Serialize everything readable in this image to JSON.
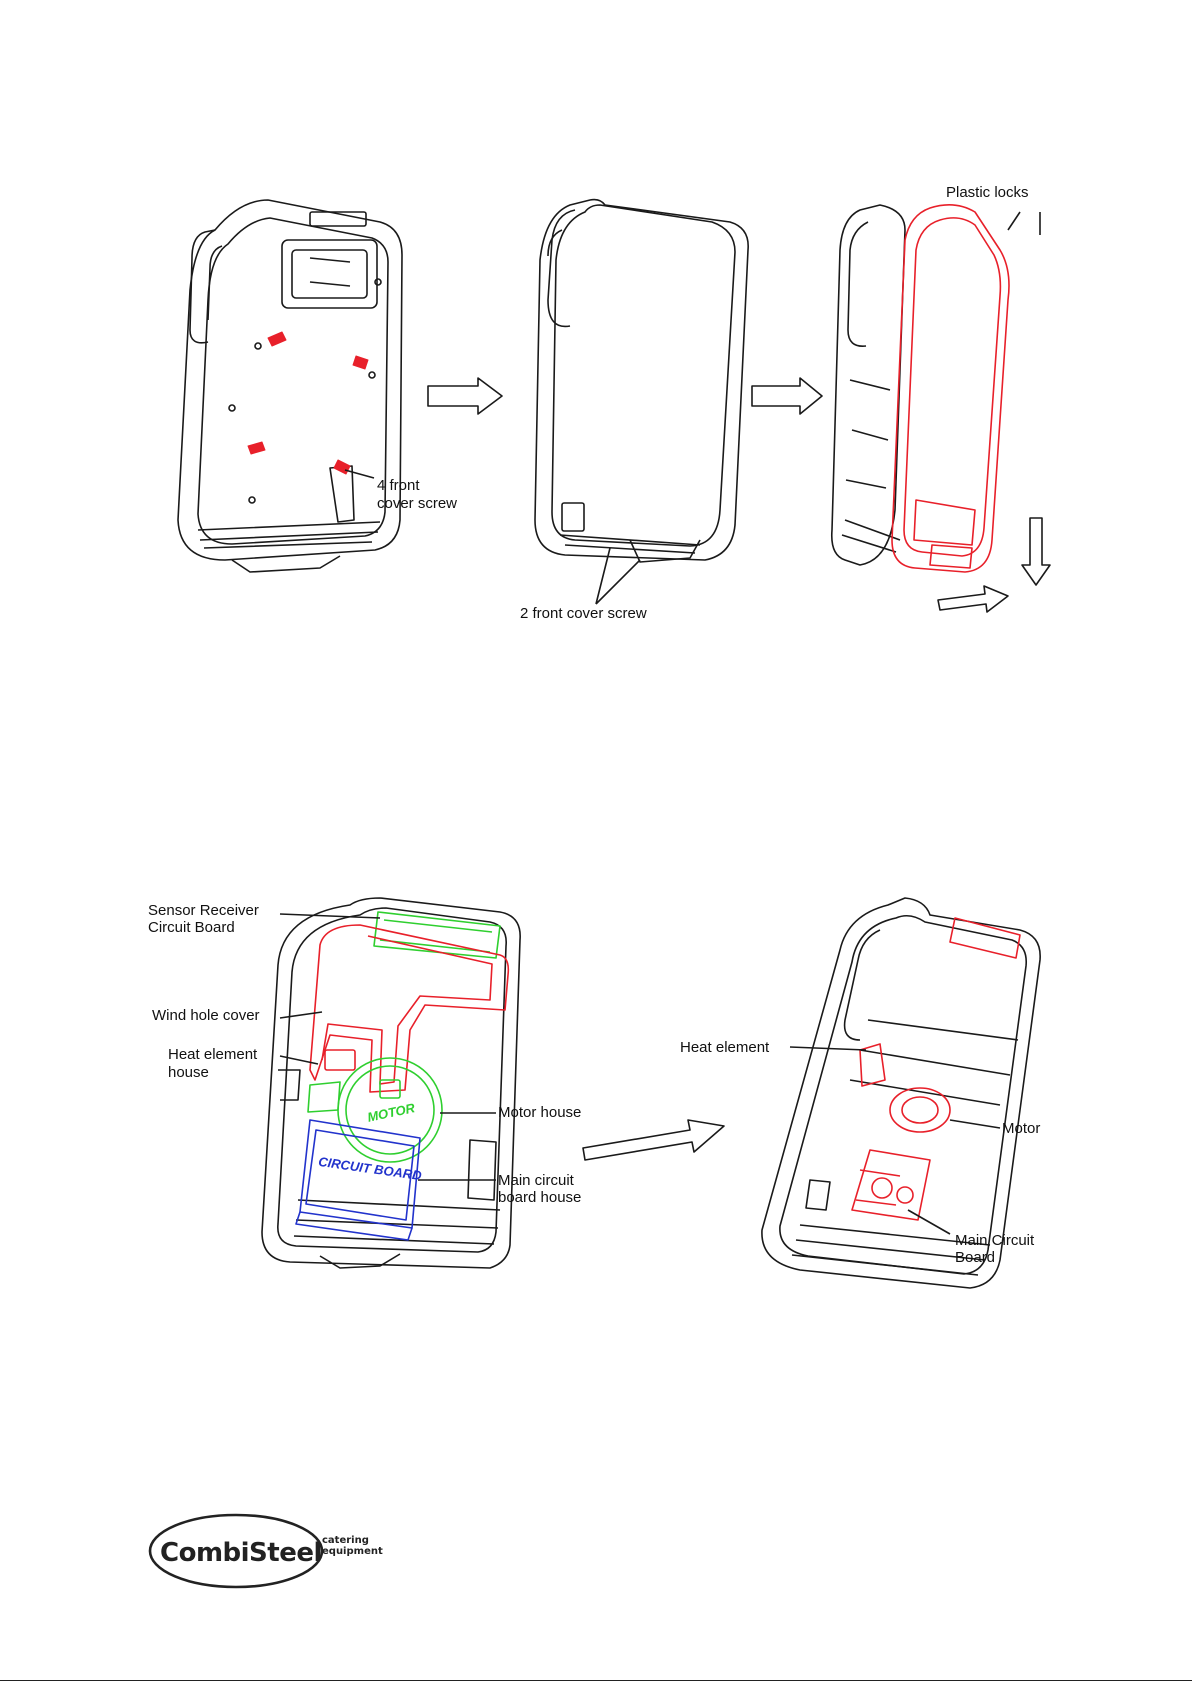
{
  "labels": {
    "plastic_locks": "Plastic locks",
    "front_cover_screw_4_line1": "4 front",
    "front_cover_screw_4_line2": "cover screw",
    "front_cover_screw_2": "2 front cover screw",
    "sensor_receiver_line1": "Sensor Receiver",
    "sensor_receiver_line2": "Circuit Board",
    "wind_hole_cover": "Wind hole cover",
    "heat_element_house_line1": "Heat element",
    "heat_element_house_line2": "house",
    "motor_house": "Motor house",
    "main_circuit_board_house_line1": "Main circuit",
    "main_circuit_board_house_line2": "board house",
    "heat_element": "Heat element",
    "motor": "Motor",
    "main_circuit_board_line1": "Main Circuit",
    "main_circuit_board_line2": "Board",
    "motor_part_text": "MOTOR",
    "circuit_board_part_text": "CIRCUIT BOARD"
  },
  "logo": {
    "brand": "CombiSteel",
    "tagline_line1": "catering",
    "tagline_line2": "equipment"
  },
  "colors": {
    "highlight_red": "#e8202a",
    "highlight_green": "#2fcf2f",
    "highlight_blue": "#2233cc",
    "line_black": "#1a1a1a"
  }
}
